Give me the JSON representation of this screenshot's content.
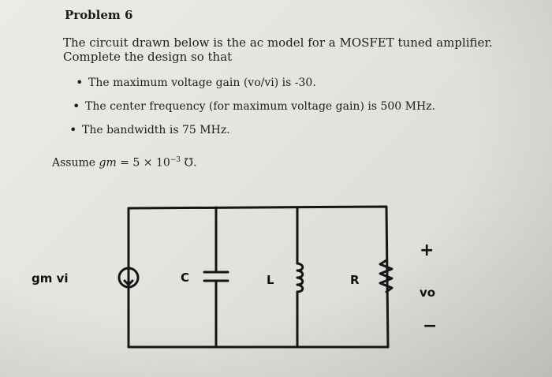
{
  "problem_title": "Problem 6",
  "intro": "The circuit drawn below is the ac model for a MOSFET tuned amplifier. Complete the design so that",
  "bullets": [
    "The maximum voltage gain (vo/vi) is -30.",
    "The center frequency (for maximum voltage gain) is 500 MHz.",
    "The bandwidth is 75 MHz."
  ],
  "assume": {
    "prefix": "Assume",
    "symbol": "gm",
    "equals": "= 5 × 10",
    "exponent": "−3",
    "unit": "℧."
  },
  "circuit": {
    "source_label": "gm vi",
    "capacitor_label": "C",
    "inductor_label": "L",
    "resistor_label": "R",
    "output_plus": "+",
    "output_label": "vo",
    "output_minus": "−"
  },
  "colors": {
    "ink": "#111111",
    "paper": "#e6e5e1"
  }
}
